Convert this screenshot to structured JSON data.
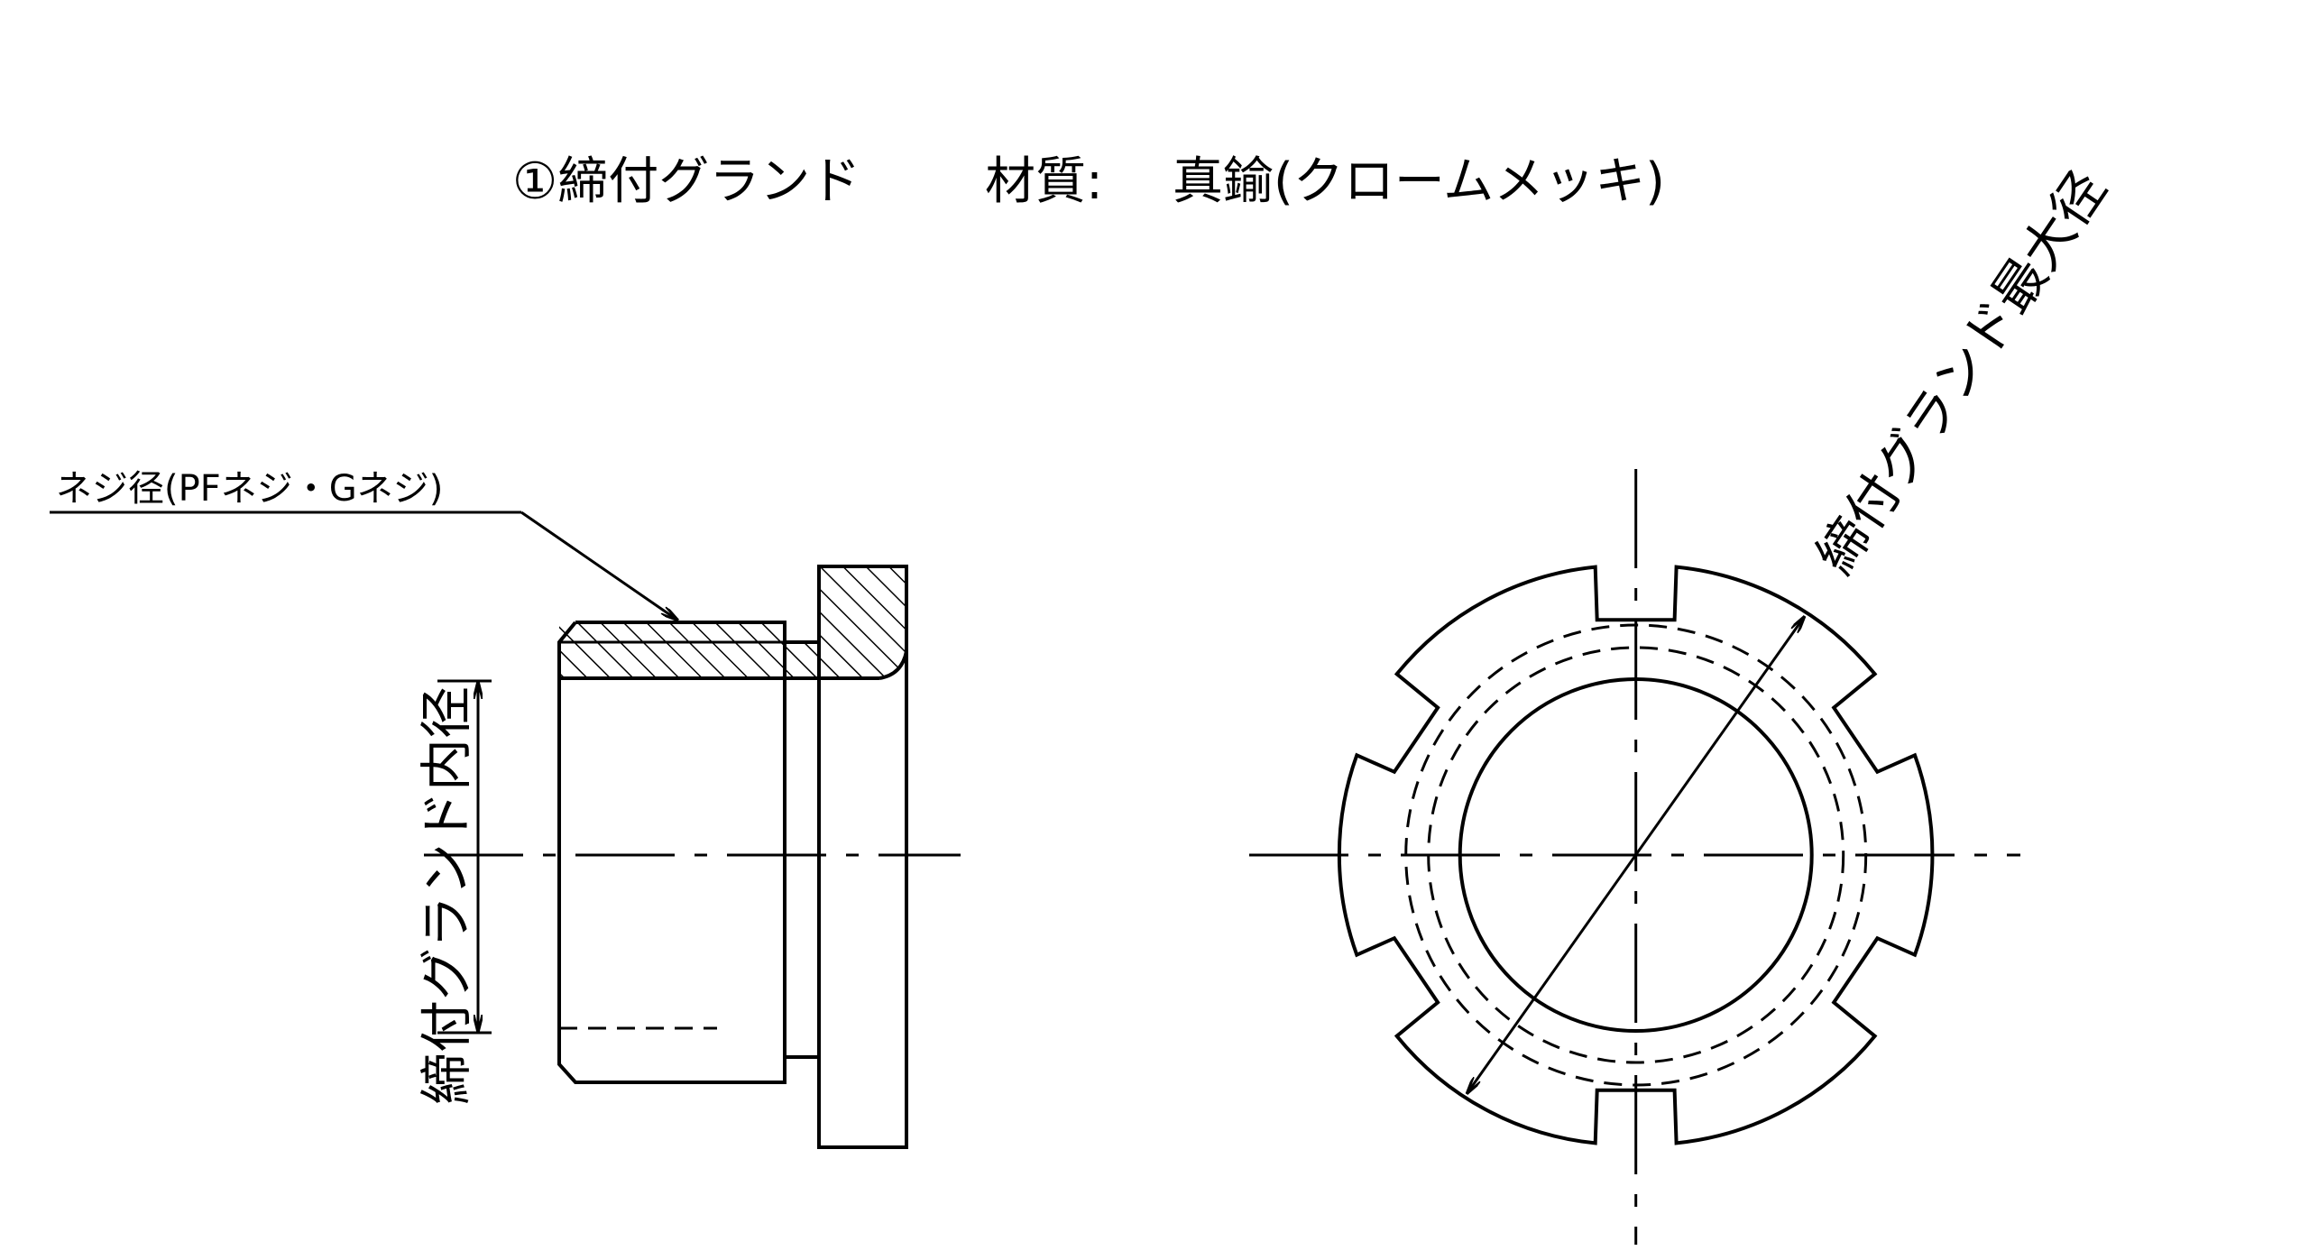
{
  "title": {
    "part": "①締付グランド",
    "material_label": "材質:",
    "material_value": "真鍮(クロームメッキ)"
  },
  "labels": {
    "thread_diameter": "ネジ径(PFネジ・Gネジ)",
    "gland_inner_diameter": "締付グランド内径",
    "gland_max_diameter": "締付グランド最大径"
  }
}
